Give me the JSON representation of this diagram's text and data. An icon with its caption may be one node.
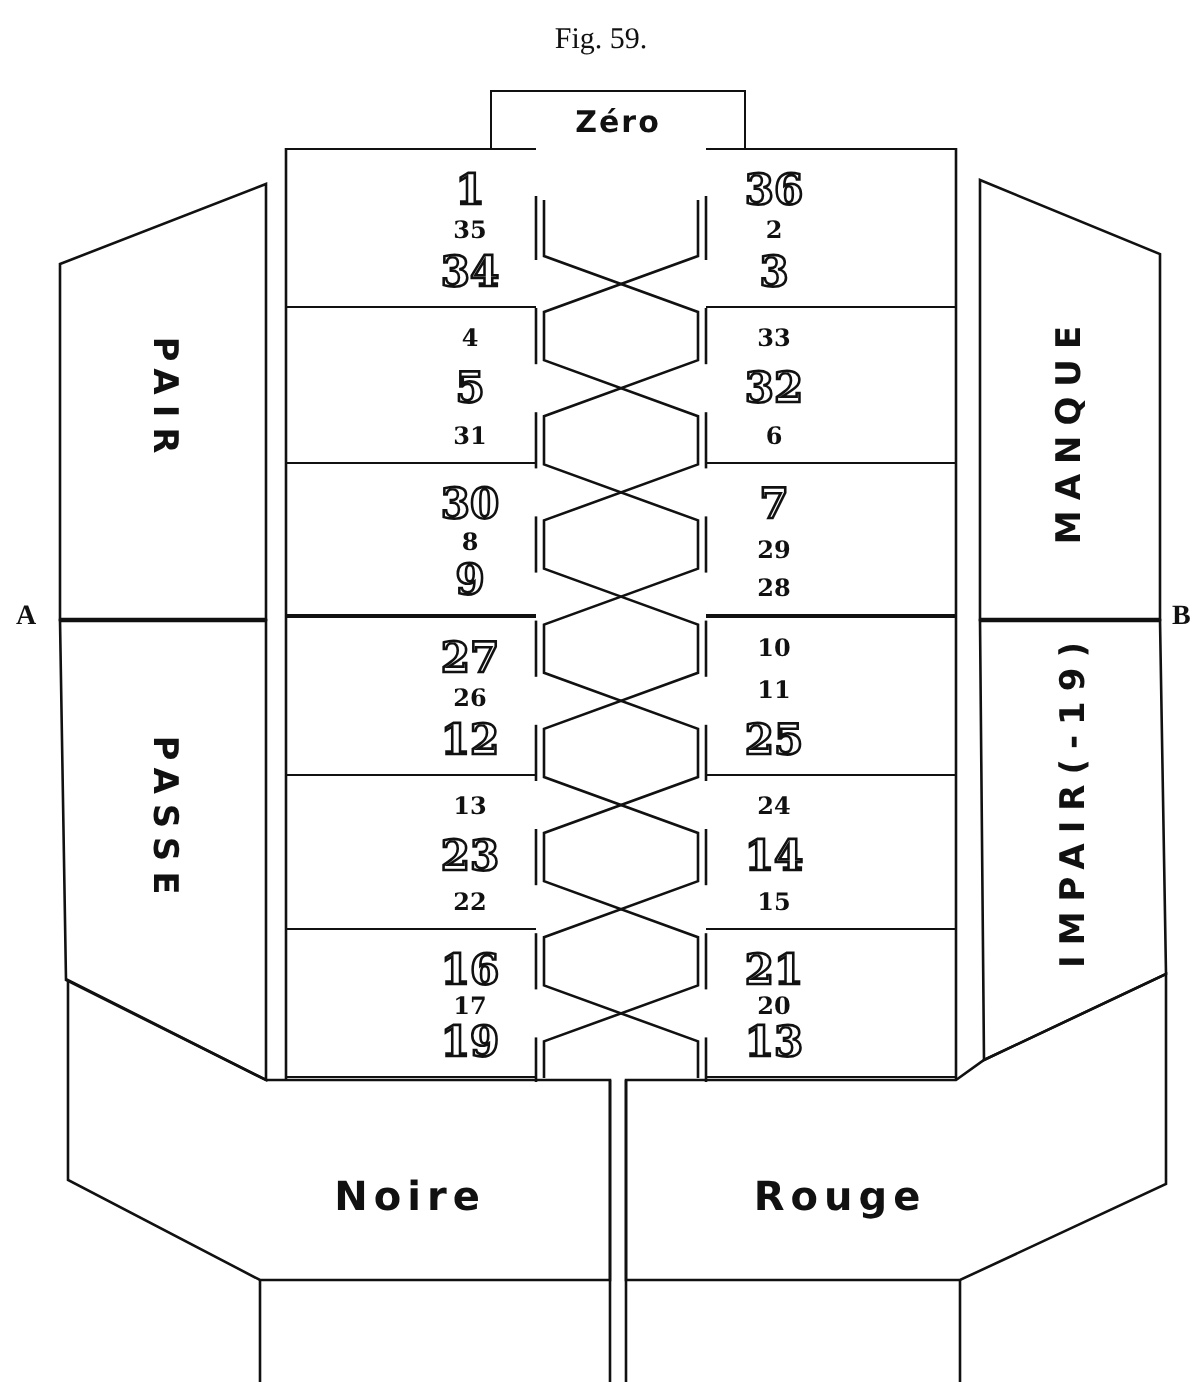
{
  "diagram": {
    "title": "Fig. 59.",
    "nodes": [
      {
        "text": [
          "Zéro"
        ]
      },
      {
        "text": [
          "PAIR"
        ]
      },
      {
        "text": [
          "PASSE"
        ]
      },
      {
        "text": [
          "MANQUE"
        ]
      },
      {
        "text": [
          "IMPAIR(-19)"
        ]
      },
      {
        "text": [
          "1",
          "35",
          "34"
        ]
      },
      {
        "text": [
          "36",
          "2",
          "3"
        ]
      },
      {
        "text": [
          "4",
          "5",
          "31"
        ]
      },
      {
        "text": [
          "33",
          "32",
          "6"
        ]
      },
      {
        "text": [
          "30",
          "8",
          "9"
        ]
      },
      {
        "text": [
          "7",
          "29",
          "28"
        ]
      },
      {
        "text": [
          "27",
          "26",
          "12"
        ]
      },
      {
        "text": [
          "10",
          "11",
          "25"
        ]
      },
      {
        "text": [
          "13",
          "23",
          "22"
        ]
      },
      {
        "text": [
          "24",
          "14",
          "15"
        ]
      },
      {
        "text": [
          "16",
          "17",
          "19"
        ]
      },
      {
        "text": [
          "21",
          "20",
          "13"
        ]
      },
      {
        "text": [
          "Noire"
        ]
      },
      {
        "text": [
          "Rouge"
        ]
      }
    ],
    "labels": [
      "A",
      "B"
    ]
  }
}
